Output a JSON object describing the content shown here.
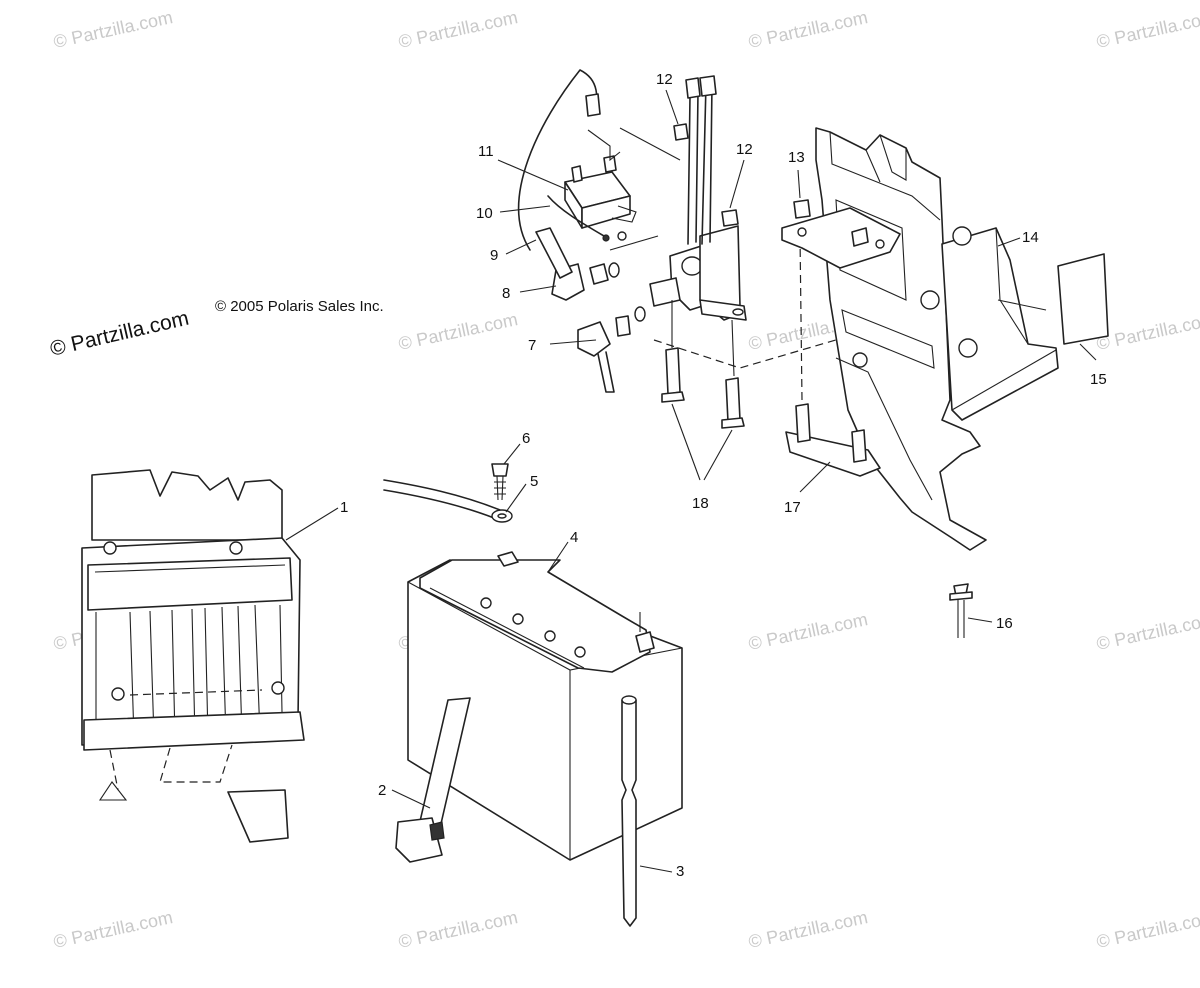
{
  "watermark": {
    "text": "© Partzilla.com"
  },
  "copyright": {
    "big": "© Partzilla.com",
    "small": "© 2005 Polaris Sales Inc."
  },
  "callouts": {
    "c1": "1",
    "c2": "2",
    "c3": "3",
    "c4": "4",
    "c5": "5",
    "c6": "6",
    "c7": "7",
    "c8": "8",
    "c9": "9",
    "c10": "10",
    "c11": "11",
    "c12a": "12",
    "c12b": "12",
    "c13": "13",
    "c14": "14",
    "c15": "15",
    "c16": "16",
    "c17": "17",
    "c18": "18"
  }
}
